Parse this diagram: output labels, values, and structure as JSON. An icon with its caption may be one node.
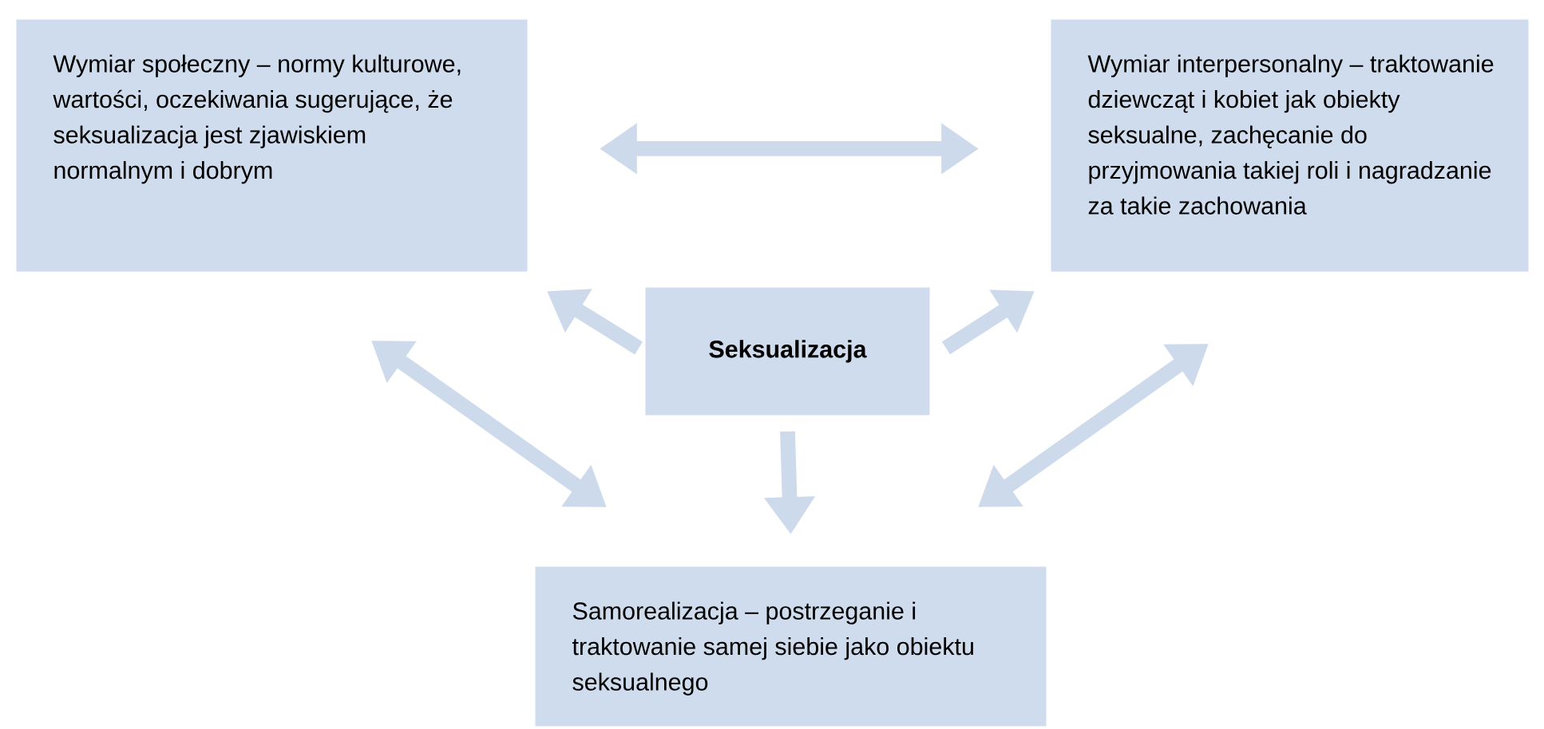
{
  "diagram": {
    "nodes": [
      {
        "text": [
          "Wymiar społeczny – normy kulturowe, wartości, oczekiwania sugerujące, że seksualizacja jest zjawiskiem normalnym i dobrym"
        ]
      },
      {
        "text": [
          "Wymiar interpersonalny – traktowanie dziewcząt i kobiet jak obiekty seksualne, zachęcanie do przyjmowania takiej roli i nagradzanie za takie zachowania"
        ]
      },
      {
        "text": [
          "Seksualizacja"
        ]
      },
      {
        "text": [
          "Samorealizacja – postrzeganie i traktowanie samej siebie jako obiektu seksualnego"
        ]
      }
    ],
    "edges": [
      {
        "from": 0,
        "to": 1,
        "arrow": "both"
      },
      {
        "from": 2,
        "to": 0,
        "arrow": "to"
      },
      {
        "from": 2,
        "to": 1,
        "arrow": "to"
      },
      {
        "from": 2,
        "to": 3,
        "arrow": "to"
      },
      {
        "from": 0,
        "to": 3,
        "arrow": "both"
      },
      {
        "from": 1,
        "to": 3,
        "arrow": "both"
      }
    ]
  }
}
